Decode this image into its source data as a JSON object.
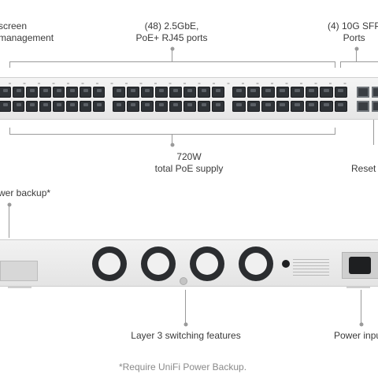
{
  "labels": {
    "touchscreen": "screen\nmanagement",
    "rj45": "(48) 2.5GbE,\nPoE+ RJ45 ports",
    "sfp": "(4) 10G SFP\nPorts",
    "poe_supply": "720W\ntotal PoE supply",
    "reset": "Reset",
    "power_backup": "wer backup*",
    "layer3": "Layer 3 switching features",
    "power_input": "Power inpu",
    "footnote": "*Require UniFi Power Backup."
  }
}
